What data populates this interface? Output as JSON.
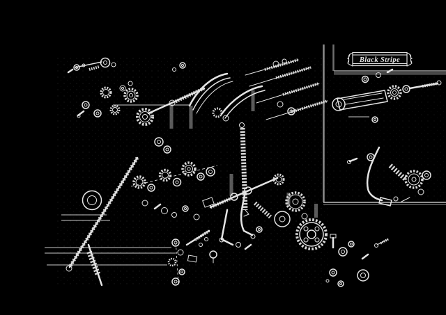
{
  "banner": {
    "label": "Black Stripe"
  },
  "colors": {
    "background": "#000000",
    "line": "#e4e4e4",
    "frame_bright": "#c8c8c8",
    "frame_mid": "#8c8c8c",
    "frame_dark": "#5a5a5a",
    "leader": "#c9c9c9"
  },
  "diagram": {
    "type": "exploded-parts-diagram",
    "panels": [
      "main-assembly",
      "inset-assembly"
    ]
  }
}
